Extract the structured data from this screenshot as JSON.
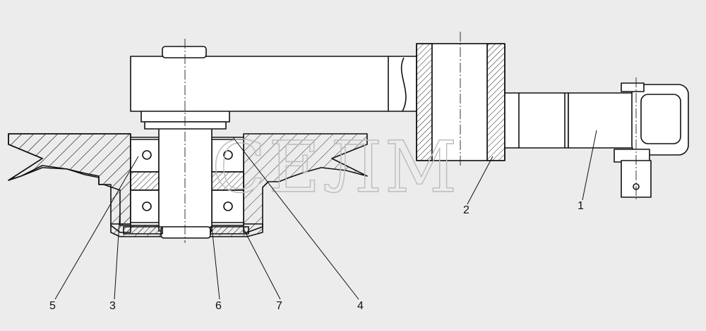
{
  "watermark": "СЕЛМ",
  "callouts": [
    {
      "id": "1",
      "label": "1"
    },
    {
      "id": "2",
      "label": "2"
    },
    {
      "id": "3",
      "label": "3"
    },
    {
      "id": "4",
      "label": "4"
    },
    {
      "id": "5",
      "label": "5"
    },
    {
      "id": "6",
      "label": "6"
    },
    {
      "id": "7",
      "label": "7"
    }
  ],
  "colors": {
    "background": "#ececec",
    "line": "#111111",
    "watermark": "#bcbcbc"
  }
}
